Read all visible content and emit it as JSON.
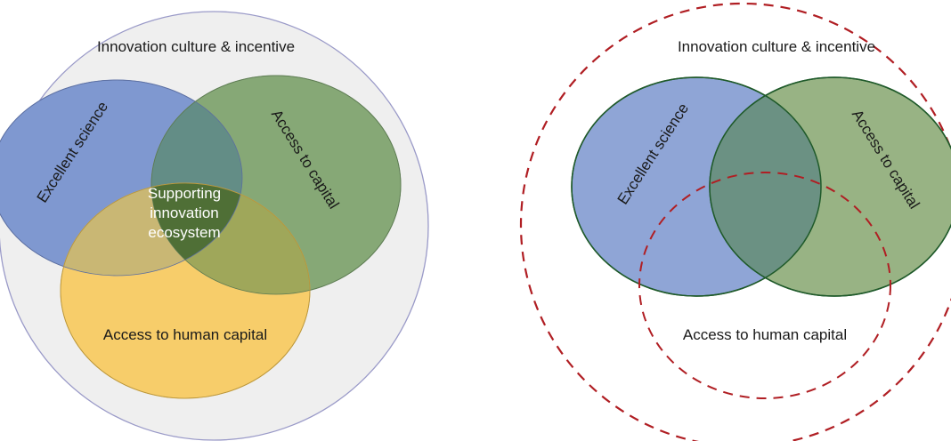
{
  "left_diagram": {
    "outer_label": "Innovation culture & incentive",
    "circle_a_label": "Excellent science",
    "circle_b_label": "Access to capital",
    "circle_c_label": "Access to human capital",
    "center_label_line1": "Supporting",
    "center_label_line2": "innovation",
    "center_label_line3": "ecosystem"
  },
  "right_diagram": {
    "outer_label": "Innovation culture & incentive",
    "circle_a_label": "Excellent science",
    "circle_b_label": "Access to capital",
    "circle_c_label": "Access to human capital"
  },
  "colors": {
    "outer_fill": "#efefef",
    "outer_stroke": "#9a9ac8",
    "science_blue": "#7f98d0",
    "capital_green": "#86a876",
    "human_yellow": "#f7cd6a",
    "center_dark_green": "#4f6f36",
    "dashed_red": "#b01e23",
    "green_stroke": "#1f5a2a"
  }
}
